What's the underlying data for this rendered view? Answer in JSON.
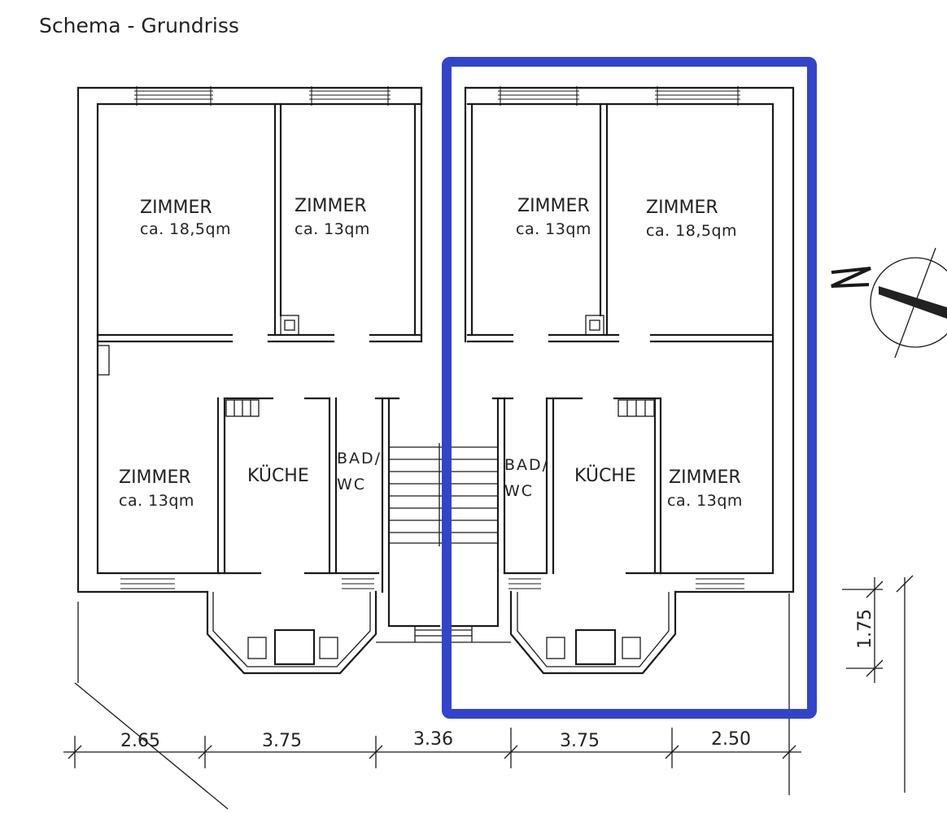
{
  "title": "Schema - Grundriss",
  "rooms": {
    "left": [
      {
        "name": "ZIMMER",
        "area": "ca. 18,5qm"
      },
      {
        "name": "ZIMMER",
        "area": "ca. 13qm"
      },
      {
        "name": "ZIMMER",
        "area": "ca. 13qm"
      },
      {
        "name": "KÜCHE"
      },
      {
        "name": "BAD/",
        "name2": "WC"
      }
    ],
    "right": [
      {
        "name": "ZIMMER",
        "area": "ca. 13qm"
      },
      {
        "name": "ZIMMER",
        "area": "ca. 18,5qm"
      },
      {
        "name": "BAD/",
        "name2": "WC"
      },
      {
        "name": "KÜCHE"
      },
      {
        "name": "ZIMMER",
        "area": "ca. 13qm"
      }
    ]
  },
  "dimensions": {
    "horizontal": [
      "2.65",
      "3.75",
      "3.36",
      "3.75",
      "2.50"
    ],
    "vertical": "1.75"
  },
  "highlight_color": "#3344cc",
  "north_symbol": "N"
}
